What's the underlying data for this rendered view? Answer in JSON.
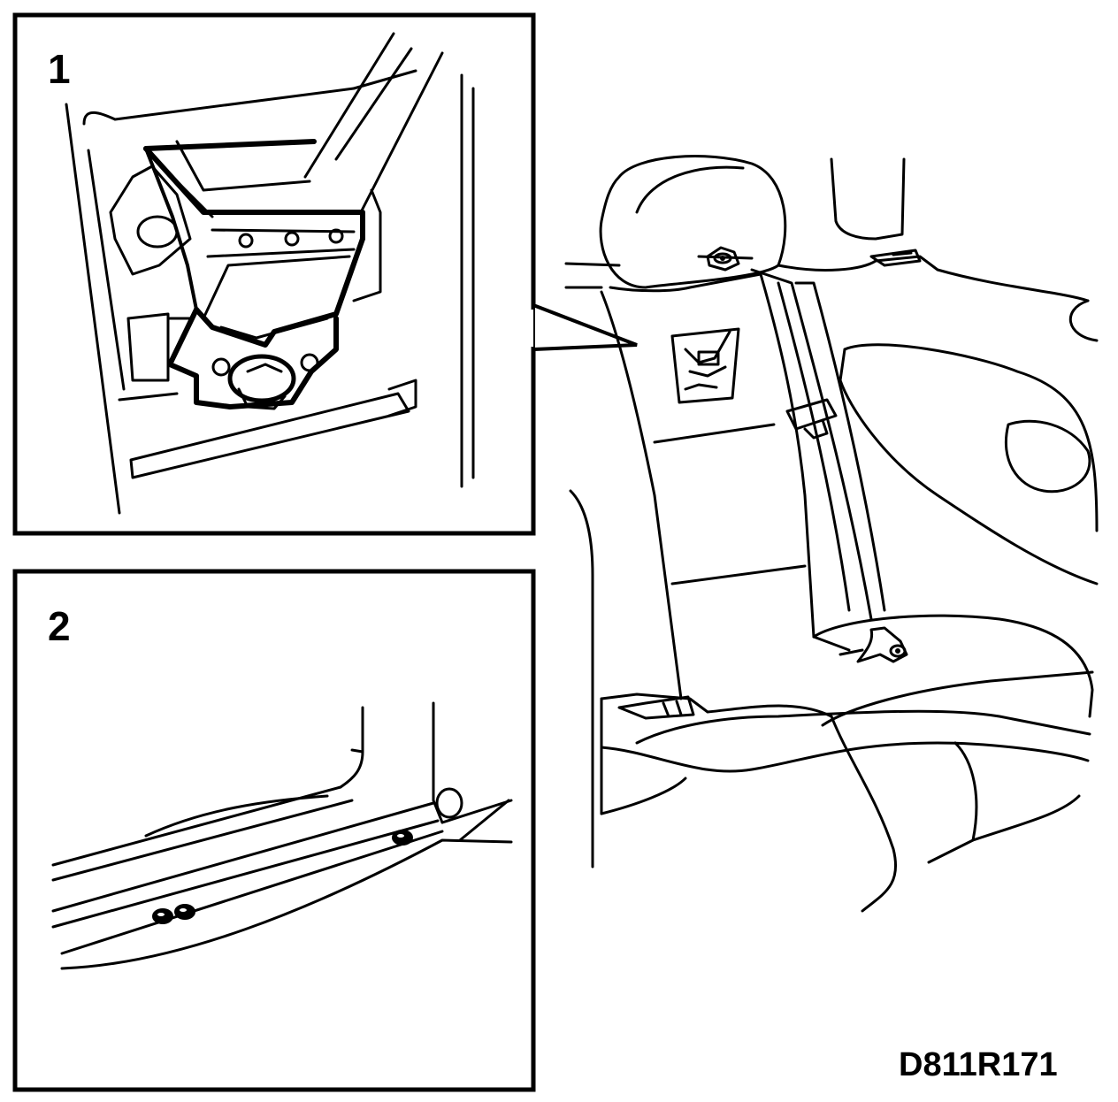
{
  "figure": {
    "code": "D811R171"
  },
  "panels": [
    {
      "number": "1"
    },
    {
      "number": "2"
    }
  ]
}
